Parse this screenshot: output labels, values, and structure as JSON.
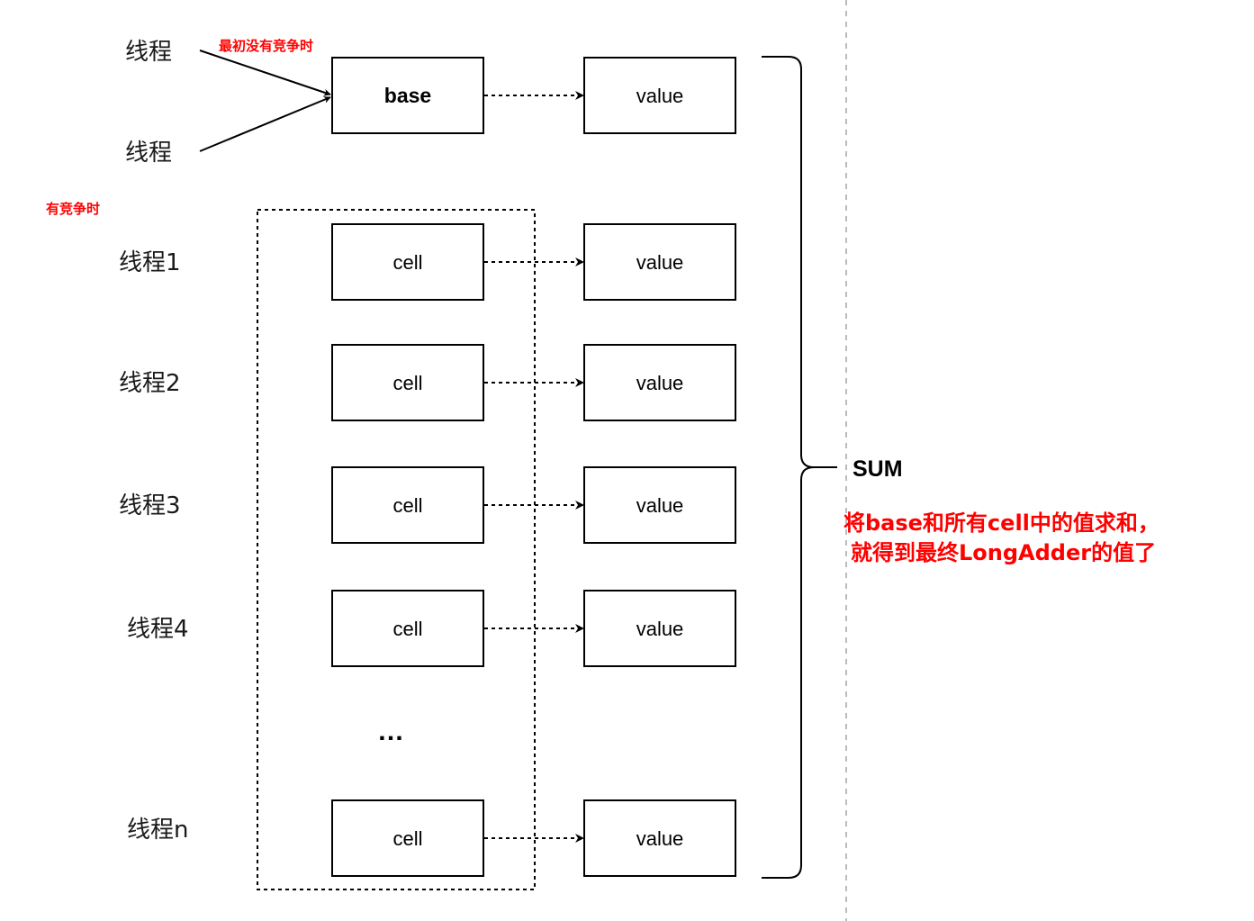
{
  "labels": {
    "thread_top_1": "线程",
    "thread_top_2": "线程",
    "initial_no_contention": "最初没有竞争时",
    "with_contention": "有竞争时",
    "thread_1": "线程1",
    "thread_2": "线程2",
    "thread_3": "线程3",
    "thread_4": "线程4",
    "thread_n": "线程n",
    "ellipsis": "…"
  },
  "boxes": {
    "base": "base",
    "cell": "cell",
    "value": "value"
  },
  "sum": {
    "label": "SUM",
    "note_line1": "将base和所有cell中的值求和，",
    "note_line2": "就得到最终LongAdder的值了"
  },
  "colors": {
    "stroke": "#000000",
    "accent_red": "#ff0000",
    "divider": "#bbbbbb"
  }
}
